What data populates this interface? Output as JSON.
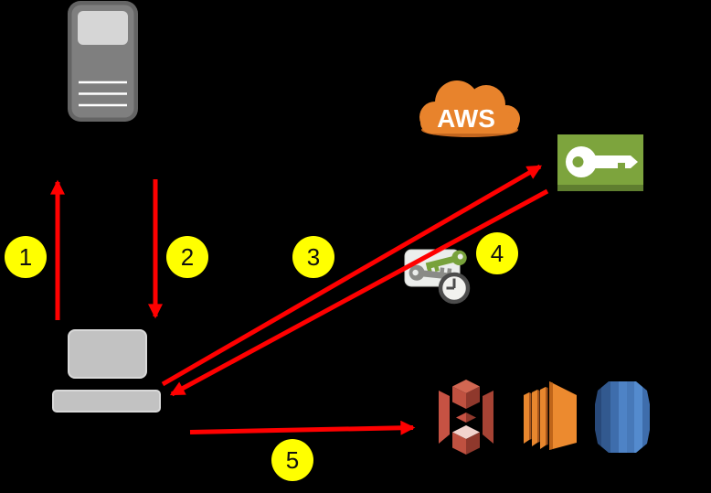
{
  "diagram": {
    "description": "AWS temporary credentials authentication flow",
    "nodes": {
      "server": {
        "icon": "server-icon"
      },
      "laptop": {
        "icon": "laptop-icon"
      },
      "aws_cloud": {
        "icon": "aws-cloud-icon",
        "label": "AWS"
      },
      "iam_key": {
        "icon": "key-icon"
      },
      "temporary_credentials": {
        "icon": "keys-with-clock-icon"
      },
      "s3": {
        "icon": "s3-bucket-icon"
      },
      "ec2": {
        "icon": "ec2-icon"
      },
      "database": {
        "icon": "database-icon"
      }
    },
    "steps": [
      {
        "number": "1"
      },
      {
        "number": "2"
      },
      {
        "number": "3"
      },
      {
        "number": "4"
      },
      {
        "number": "5"
      }
    ],
    "colors": {
      "arrow_red": "#ff0000",
      "step_badge_yellow": "#ffff00",
      "aws_orange": "#e8832c",
      "aws_orange_shadow": "#c3661e",
      "iam_green": "#7da43d",
      "iam_green_dark": "#5f7e2f",
      "background_black": "#000000"
    }
  }
}
